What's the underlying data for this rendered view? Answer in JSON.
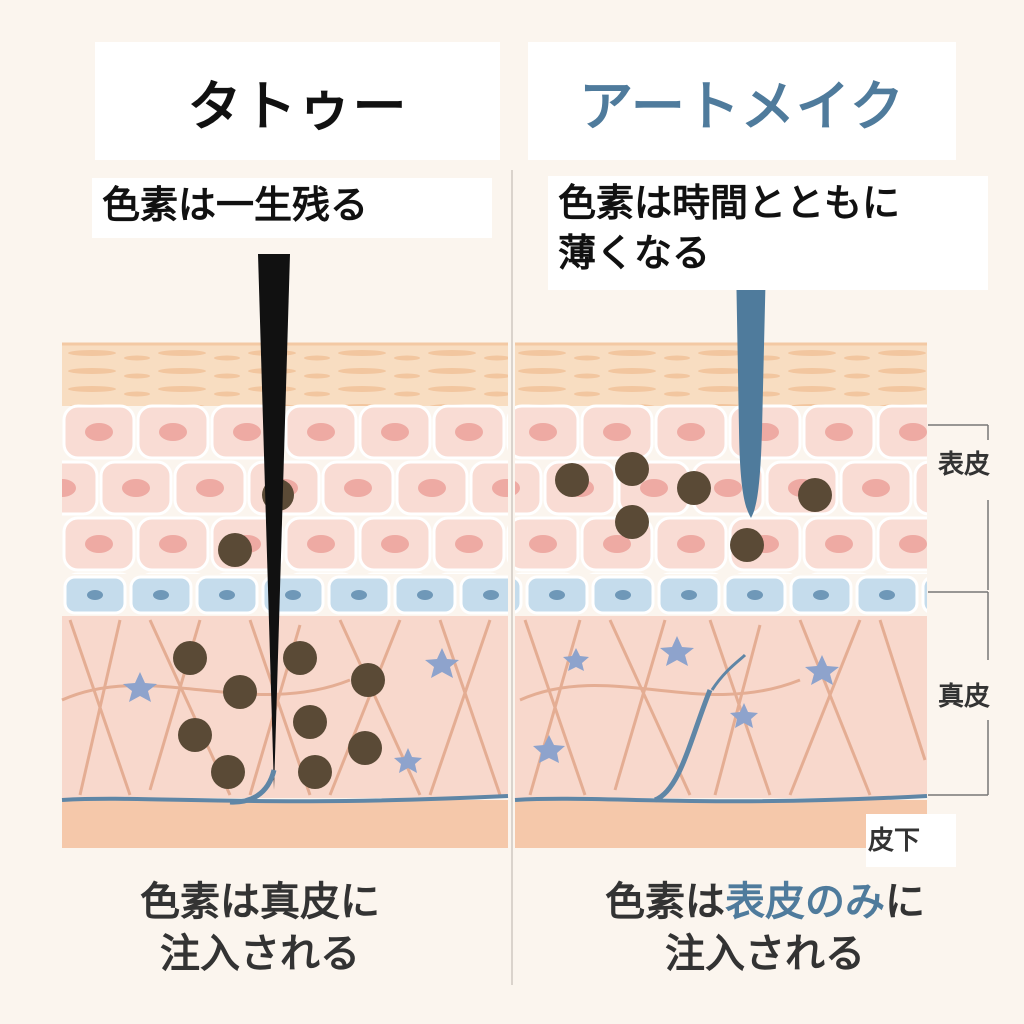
{
  "titles": {
    "left": "タトゥー",
    "right": "アートメイク"
  },
  "captions": {
    "left": "色素は一生残る",
    "right_line1": "色素は時間とともに",
    "right_line2": "薄くなる"
  },
  "bottom": {
    "left_line1": "色素は真皮に",
    "left_line2": "注入される",
    "right_line1_a": "色素は",
    "right_line1_b": "表皮のみ",
    "right_line1_c": "に",
    "right_line2": "注入される"
  },
  "layers": {
    "epidermis": "表皮",
    "dermis": "真皮",
    "subcutis": "皮下"
  },
  "colors": {
    "tattoo_needle": "#111111",
    "artmake_needle": "#4f7b9c",
    "pigment": "#5a4a36",
    "accent_blue": "#4f7b9c"
  }
}
